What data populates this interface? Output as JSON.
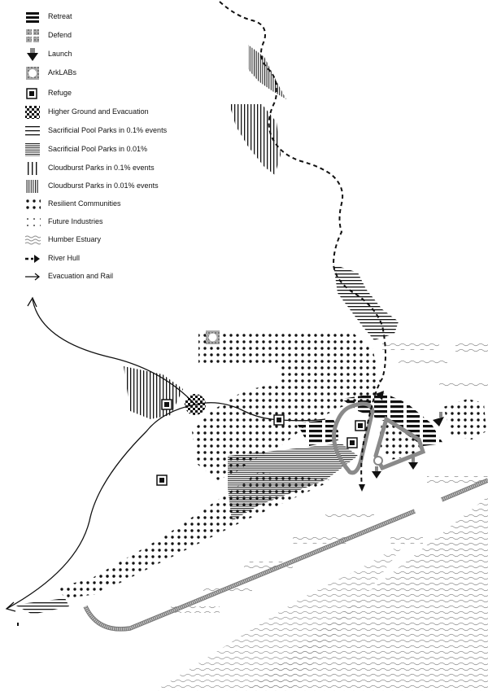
{
  "legend": [
    {
      "label": "Retreat",
      "icon": "retreat-icon"
    },
    {
      "label": "Defend",
      "icon": "defend-icon"
    },
    {
      "label": "Launch",
      "icon": "launch-icon"
    },
    {
      "label": "ArkLABs",
      "icon": "arklab-icon"
    },
    {
      "label": "Refuge",
      "icon": "refuge-icon"
    },
    {
      "label": "Higher Ground and Evacuation",
      "icon": "higher-ground-icon"
    },
    {
      "label": "Sacrificial Pool Parks in 0.1% events",
      "icon": "pool-park-01-icon"
    },
    {
      "label": "Sacrificial Pool Parks in 0.01%",
      "icon": "pool-park-001-icon"
    },
    {
      "label": "Cloudburst Parks in 0.1% events",
      "icon": "cloudburst-01-icon"
    },
    {
      "label": "Cloudburst Parks in 0.01% events",
      "icon": "cloudburst-001-icon"
    },
    {
      "label": "Resilient Communities",
      "icon": "resilient-communities-icon"
    },
    {
      "label": "Future Industries",
      "icon": "future-industries-icon"
    },
    {
      "label": "Humber Estuary",
      "icon": "estuary-icon"
    },
    {
      "label": "River Hull",
      "icon": "river-hull-icon"
    },
    {
      "label": "Evacuation and Rail",
      "icon": "evacuation-rail-icon"
    }
  ],
  "colors": {
    "ink": "#111111",
    "grey": "#9a9a9a",
    "light_grey": "#c4c4c4"
  }
}
